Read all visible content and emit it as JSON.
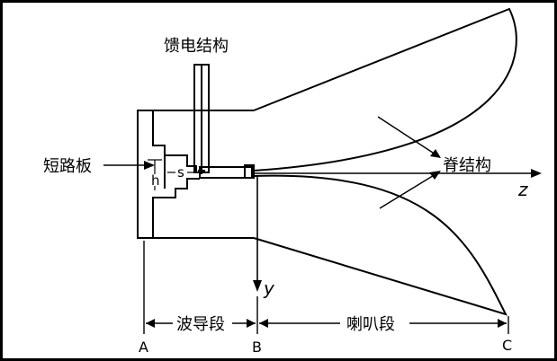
{
  "diagram": {
    "labels": {
      "feed": "馈电结构",
      "short_plate": "短路板",
      "h": "h",
      "s": "s",
      "ridge": "脊结构",
      "axis_z": "z",
      "axis_y": "y",
      "waveguide_section": "波导段",
      "horn_section": "喇叭段",
      "point_a": "A",
      "point_b": "B",
      "point_c": "C"
    }
  }
}
